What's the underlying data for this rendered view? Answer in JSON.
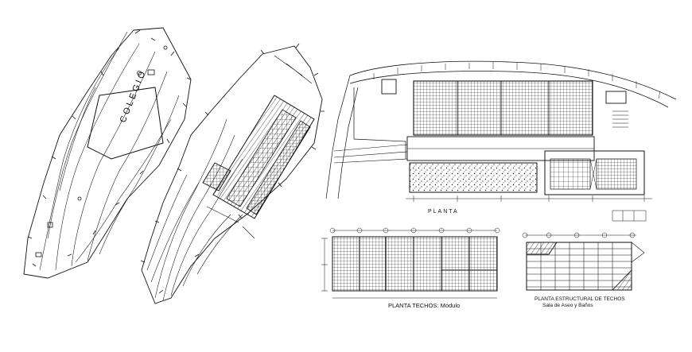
{
  "drawing": {
    "site_plan": {
      "label": "COLEGIO"
    },
    "floor_plan": {
      "label": "PLANTA"
    },
    "roof_module": {
      "label": "PLANTA TECHOS: Módulo"
    },
    "roof_structure": {
      "label_line1": "PLANTA ESTRUCTURAL DE TECHOS",
      "label_line2": "Sala de Aseo y Baños"
    }
  },
  "colors": {
    "line": "#111111",
    "background": "#ffffff"
  }
}
